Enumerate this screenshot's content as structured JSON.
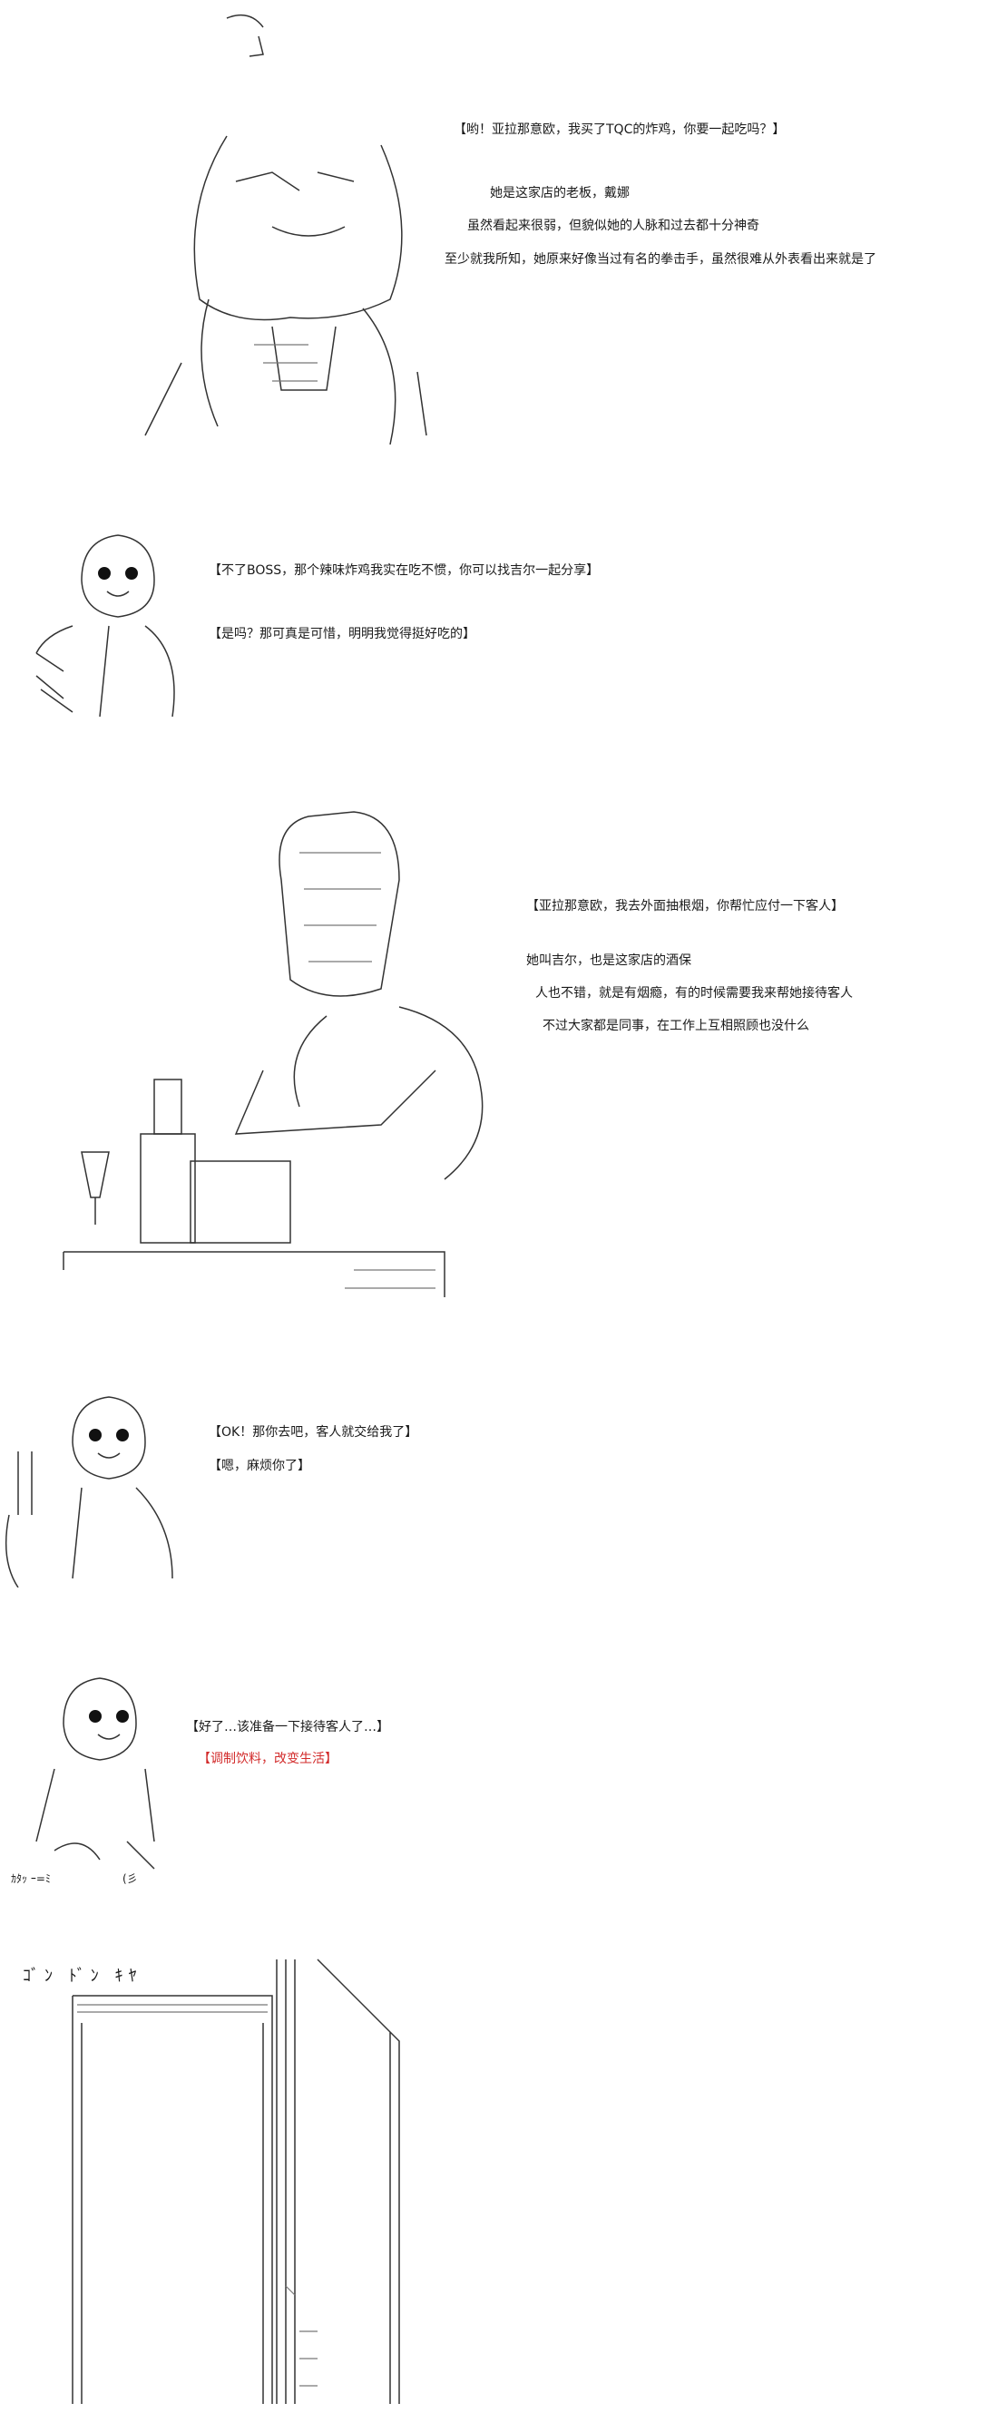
{
  "panel1": {
    "lines": [
      "【哟！亚拉那意欧，我买了TQC的炸鸡，你要一起吃吗？】",
      "她是这家店的老板，戴娜",
      "虽然看起来很弱，但貌似她的人脉和过去都十分神奇",
      "至少就我所知，她原来好像当过有名的拳击手，虽然很难从外表看出来就是了"
    ]
  },
  "panel2": {
    "lines": [
      "【不了BOSS，那个辣味炸鸡我实在吃不惯，你可以找吉尔一起分享】",
      "【是吗？那可真是可惜，明明我觉得挺好吃的】"
    ]
  },
  "panel3": {
    "lines": [
      "【亚拉那意欧，我去外面抽根烟，你帮忙应付一下客人】",
      "她叫吉尔，也是这家店的酒保",
      "人也不错，就是有烟瘾，有的时候需要我来帮她接待客人",
      "不过大家都是同事，在工作上互相照顾也没什么"
    ]
  },
  "panel4": {
    "lines": [
      "【OK！那你去吧，客人就交给我了】",
      "【嗯，麻烦你了】"
    ]
  },
  "panel5": {
    "lines": [
      "【好了…该准备一下接待客人了…】"
    ],
    "red_line": "【调制饮料，改变生活】",
    "sfx": "ｶﾀｯ ｰ=ﾐ",
    "sfx2": "(彡"
  },
  "panel6": {
    "sfx": "ｺﾞﾝ ﾄﾞﾝ ｷﾔ"
  },
  "colors": {
    "text": "#1a1a1a",
    "accent_red": "#d22a2a",
    "background": "#ffffff"
  }
}
